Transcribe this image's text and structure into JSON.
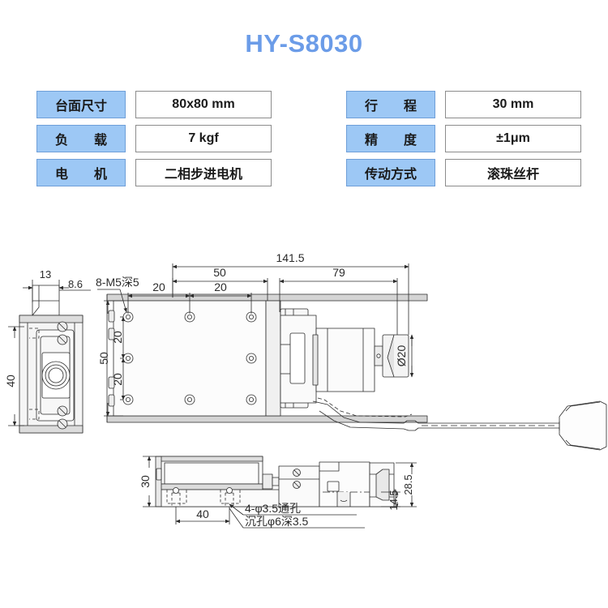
{
  "title": "HY-S8030",
  "title_color": "#6b9ce8",
  "spec_table": {
    "rows": [
      {
        "left": {
          "label": "台面尺寸",
          "value": "80x80 mm"
        },
        "right": {
          "label": "行　　程",
          "value": "30  mm"
        }
      },
      {
        "left": {
          "label": "负　　载",
          "value": "7  kgf"
        },
        "right": {
          "label": "精　　度",
          "value": "±1μm"
        }
      },
      {
        "left": {
          "label": "电　　机",
          "value": "二相步进电机"
        },
        "right": {
          "label": "传动方式",
          "value": "滚珠丝杆"
        }
      }
    ],
    "label_bg": "#9dc8f5",
    "label_border": "#6f9fd8",
    "value_border": "#8c8c8c"
  },
  "drawing": {
    "dimensions": {
      "side_width": "13",
      "side_offset": "8.6",
      "side_height": "40",
      "thread_note": "8-M5深5",
      "total_length": "141.5",
      "stage_length": "50",
      "motor_length": "79",
      "hole_pitch_x1": "20",
      "hole_pitch_x2": "20",
      "stage_width": "50",
      "hole_pitch_y1": "20",
      "hole_pitch_y2": "20",
      "shaft_dia": "Ø20",
      "front_height": "30",
      "mount_pitch": "40",
      "body_height": "28.5",
      "base_height": "14.5",
      "thru_hole_note": "4-φ3.5通孔",
      "counterbore_note": "沉孔φ6深3.5"
    },
    "line_color": "#2b2b2b",
    "dim_color": "#2b2b2b",
    "fill_light": "#f2f2f2",
    "fill_mid": "#d9d9d9"
  }
}
